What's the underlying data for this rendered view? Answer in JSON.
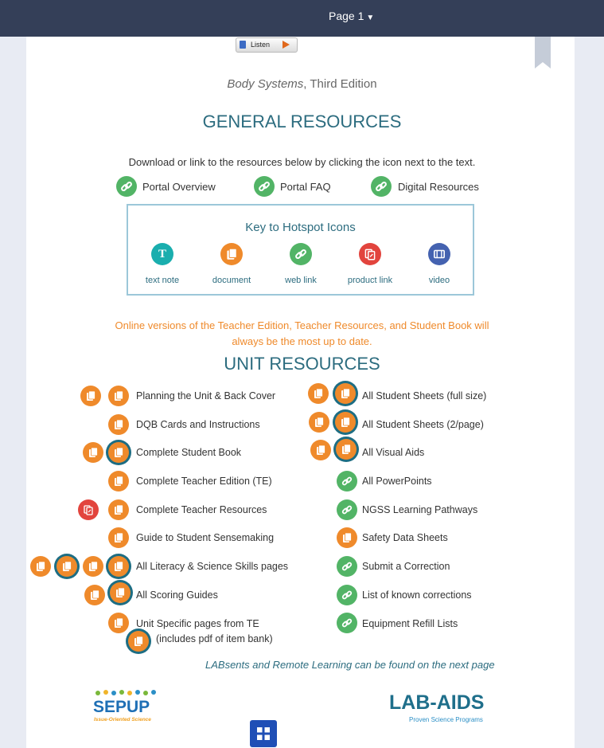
{
  "header": {
    "page_label": "Page 1"
  },
  "listen_button": {
    "label": "Listen"
  },
  "title": {
    "italic": "Body Systems",
    "rest": ", Third Edition"
  },
  "general": {
    "heading": "GENERAL RESOURCES",
    "instructions": "Download or link to the resources below by clicking the icon next to the text.",
    "links": [
      "Portal Overview",
      "Portal FAQ",
      "Digital Resources"
    ]
  },
  "key": {
    "title": "Key to Hotspot Icons",
    "items": [
      "text note",
      "document",
      "web link",
      "product link",
      "video"
    ],
    "text_icon_glyph": "T"
  },
  "notice": {
    "line1": "Online versions of the Teacher Edition, Teacher Resources, and Student Book will",
    "line2": "always be the most up to date."
  },
  "unit": {
    "heading": "UNIT RESOURCES",
    "left": [
      "Planning the Unit & Back Cover",
      "DQB Cards and Instructions",
      "Complete Student Book",
      "Complete Teacher Edition (TE)",
      "Complete Teacher Resources",
      "Guide to Student Sensemaking",
      "All Literacy & Science Skills pages",
      "All Scoring Guides",
      "Unit Specific pages from TE",
      "(includes pdf of item bank)"
    ],
    "right": [
      "All Student Sheets (full size)",
      "All Student Sheets (2/page)",
      "All Visual Aids",
      "All PowerPoints",
      "NGSS Learning Pathways",
      "Safety Data Sheets",
      "Submit a Correction",
      "List of known corrections",
      "Equipment Refill Lists"
    ]
  },
  "next_page_note": "LABsents and Remote Learning can be found on the next page",
  "logos": {
    "sepup": {
      "name": "SEPUP",
      "tagline": "Issue-Oriented Science"
    },
    "labaids": {
      "name": "LAB-AIDS",
      "tagline": "Proven Science Programs"
    }
  },
  "colors": {
    "header_bg": "#343f58",
    "heading_teal": "#2c6c7f",
    "orange": "#ef8a2b",
    "green": "#52b466",
    "red": "#e2443d",
    "blue": "#4462b0",
    "text_note_teal": "#1aaeae"
  }
}
